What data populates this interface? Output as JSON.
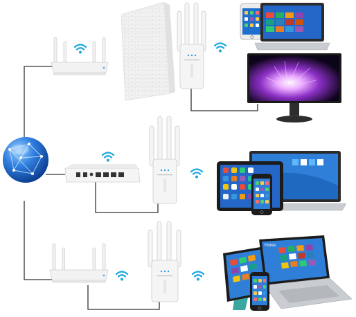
{
  "diagram": {
    "nodes": [
      {
        "id": "internet",
        "icon": "globe-icon"
      },
      {
        "id": "router-top",
        "icon": "router-icon"
      },
      {
        "id": "wall",
        "icon": "brick-wall-icon"
      },
      {
        "id": "extender-top",
        "icon": "wifi-extender-icon"
      },
      {
        "id": "laptop-top",
        "icon": "laptop-icon"
      },
      {
        "id": "phone-top",
        "icon": "smartphone-icon"
      },
      {
        "id": "monitor",
        "icon": "monitor-icon"
      },
      {
        "id": "modem",
        "icon": "modem-icon"
      },
      {
        "id": "extender-mid",
        "icon": "wifi-extender-icon"
      },
      {
        "id": "tablet-mid",
        "icon": "tablet-icon"
      },
      {
        "id": "laptop-mid",
        "icon": "laptop-icon"
      },
      {
        "id": "phone-mid",
        "icon": "smartphone-icon"
      },
      {
        "id": "router-bottom",
        "icon": "router-icon"
      },
      {
        "id": "extender-bottom",
        "icon": "wifi-extender-icon"
      },
      {
        "id": "surface-tablet",
        "icon": "tablet-icon"
      },
      {
        "id": "laptop-bottom",
        "icon": "laptop-icon"
      },
      {
        "id": "phone-bottom",
        "icon": "smartphone-icon"
      }
    ],
    "screen_caption": "Home"
  },
  "colors": {
    "line": "#333333",
    "wifi": "#1aa7dc",
    "globe": "#1e63c9",
    "device_white": "#f4f4f4",
    "screen_blue": "#1f6fcf",
    "laptop_silver": "#c9ccd1"
  }
}
